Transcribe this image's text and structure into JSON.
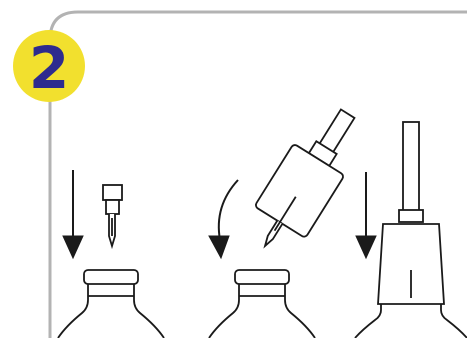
{
  "step": {
    "number": "2"
  },
  "colors": {
    "badge_fill": "#F2E02E",
    "badge_text": "#2E2B8E",
    "frame_stroke": "#B3B3B3",
    "line": "#1A1A1A",
    "background": "#FFFFFF"
  },
  "panels": [
    {
      "name": "insert-needle-into-vial",
      "icons": [
        "down-arrow-icon",
        "needle-icon",
        "vial-icon"
      ]
    },
    {
      "name": "attach-adapter-to-vial",
      "icons": [
        "curved-arrow-icon",
        "adapter-icon",
        "vial-icon"
      ]
    },
    {
      "name": "press-adapter-onto-vial",
      "icons": [
        "down-arrow-icon",
        "adapter-icon",
        "vial-icon"
      ]
    }
  ]
}
